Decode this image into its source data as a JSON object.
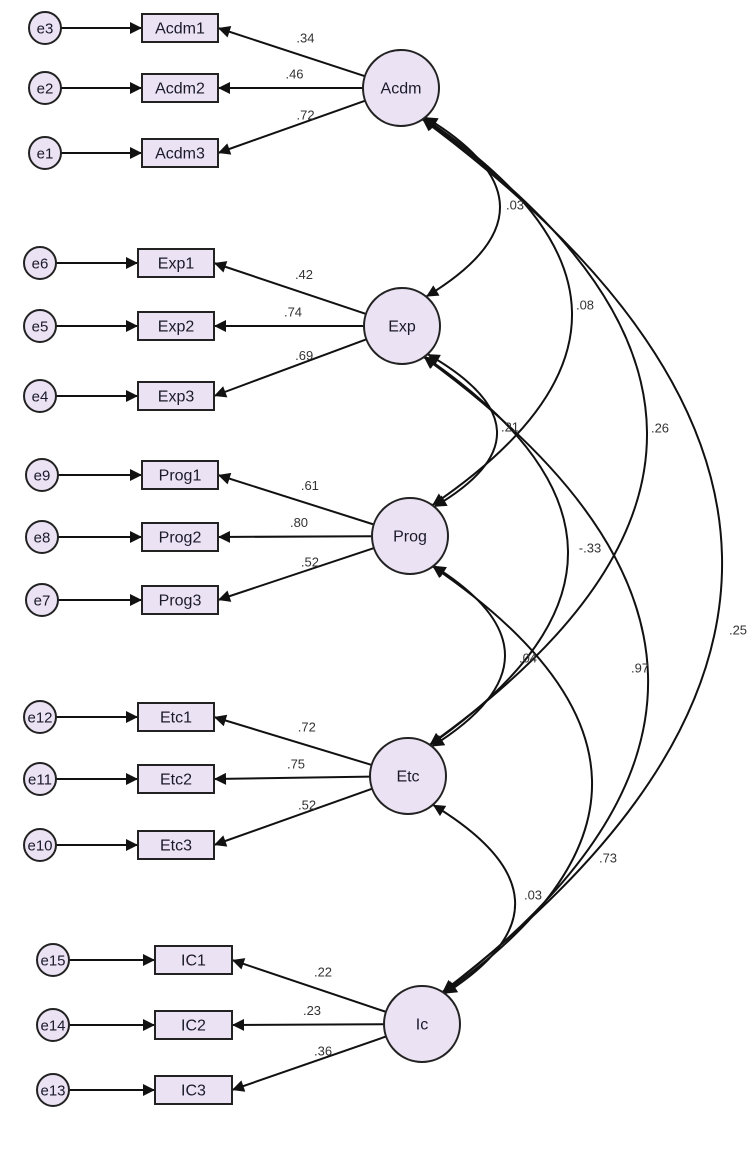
{
  "colors": {
    "node_fill": "#ebe2f3",
    "stroke": "#222222"
  },
  "latents": [
    {
      "name": "Acdm",
      "indicators": [
        {
          "name": "Acdm1",
          "error": "e3",
          "loading": ".34"
        },
        {
          "name": "Acdm2",
          "error": "e2",
          "loading": ".46"
        },
        {
          "name": "Acdm3",
          "error": "e1",
          "loading": ".72"
        }
      ]
    },
    {
      "name": "Exp",
      "indicators": [
        {
          "name": "Exp1",
          "error": "e6",
          "loading": ".42"
        },
        {
          "name": "Exp2",
          "error": "e5",
          "loading": ".74"
        },
        {
          "name": "Exp3",
          "error": "e4",
          "loading": ".69"
        }
      ]
    },
    {
      "name": "Prog",
      "indicators": [
        {
          "name": "Prog1",
          "error": "e9",
          "loading": ".61"
        },
        {
          "name": "Prog2",
          "error": "e8",
          "loading": ".80"
        },
        {
          "name": "Prog3",
          "error": "e7",
          "loading": ".52"
        }
      ]
    },
    {
      "name": "Etc",
      "indicators": [
        {
          "name": "Etc1",
          "error": "e12",
          "loading": ".72"
        },
        {
          "name": "Etc2",
          "error": "e11",
          "loading": ".75"
        },
        {
          "name": "Etc3",
          "error": "e10",
          "loading": ".52"
        }
      ]
    },
    {
      "name": "Ic",
      "indicators": [
        {
          "name": "IC1",
          "error": "e15",
          "loading": ".22"
        },
        {
          "name": "IC2",
          "error": "e14",
          "loading": ".23"
        },
        {
          "name": "IC3",
          "error": "e13",
          "loading": ".36"
        }
      ]
    }
  ],
  "correlations": [
    {
      "from": "Acdm",
      "to": "Exp",
      "value": ".03"
    },
    {
      "from": "Acdm",
      "to": "Prog",
      "value": ".08"
    },
    {
      "from": "Acdm",
      "to": "Etc",
      "value": ".26"
    },
    {
      "from": "Acdm",
      "to": "Ic",
      "value": ".25"
    },
    {
      "from": "Exp",
      "to": "Prog",
      "value": ".21"
    },
    {
      "from": "Exp",
      "to": "Etc",
      "value": "-.33"
    },
    {
      "from": "Exp",
      "to": "Ic",
      "value": ".97"
    },
    {
      "from": "Prog",
      "to": "Etc",
      "value": ".04"
    },
    {
      "from": "Prog",
      "to": "Ic",
      "value": ".73"
    },
    {
      "from": "Etc",
      "to": "Ic",
      "value": ".03"
    }
  ]
}
